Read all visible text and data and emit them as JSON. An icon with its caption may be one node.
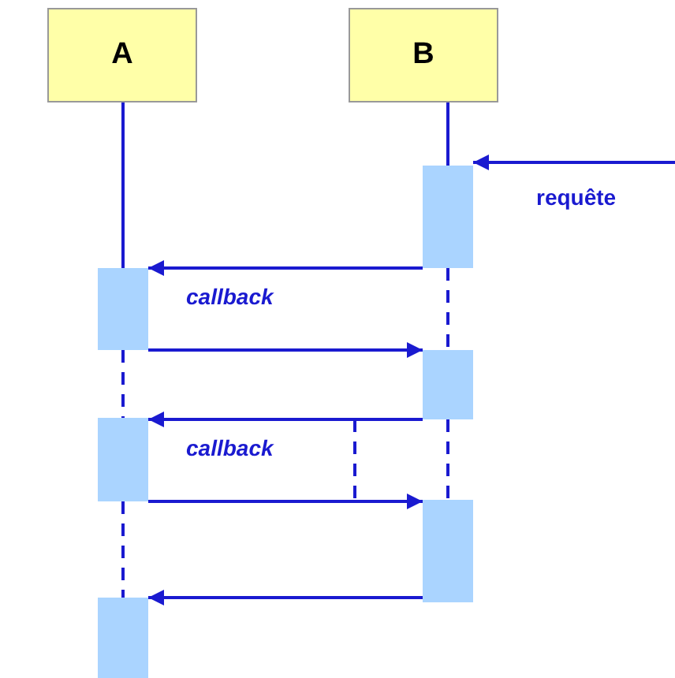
{
  "diagram": {
    "nodes": [
      {
        "text": [
          "A"
        ]
      },
      {
        "text": [
          "B"
        ]
      },
      {
        "text": [],
        "shape": "bar"
      },
      {
        "text": [],
        "shape": "bar"
      },
      {
        "text": [],
        "shape": "bar"
      },
      {
        "text": [],
        "shape": "bar"
      },
      {
        "text": [],
        "shape": "bar"
      },
      {
        "text": [],
        "shape": "bar"
      }
    ],
    "edges": [
      {
        "from": 0,
        "to": 3,
        "arrow": "none"
      },
      {
        "from": 3,
        "to": 5,
        "arrow": "none",
        "style": "dashed"
      },
      {
        "from": 5,
        "to": 7,
        "arrow": "none",
        "style": "dashed"
      },
      {
        "from": 1,
        "to": 2,
        "arrow": "none"
      },
      {
        "from": 2,
        "to": 4,
        "arrow": "none",
        "style": "dashed"
      },
      {
        "from": 4,
        "to": 6,
        "arrow": "none",
        "style": "dashed"
      },
      {
        "from": null,
        "to": 2,
        "arrow": "to",
        "label": "requête"
      },
      {
        "from": 2,
        "to": 3,
        "arrow": "to",
        "label": "callback"
      },
      {
        "from": 3,
        "to": 4,
        "arrow": "to"
      },
      {
        "from": 4,
        "to": 5,
        "arrow": "to",
        "label": "callback"
      },
      {
        "from": 5,
        "to": 6,
        "arrow": "to"
      },
      {
        "from": 6,
        "to": 7,
        "arrow": "to"
      }
    ]
  }
}
